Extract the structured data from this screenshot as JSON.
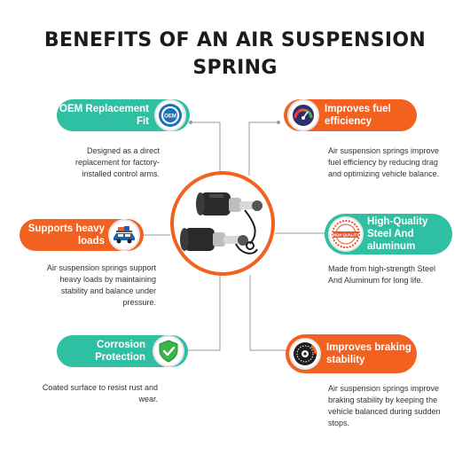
{
  "title": "BENEFITS OF AN AIR SUSPENSION SPRING",
  "benefits": [
    {
      "label": "OEM Replacement Fit",
      "desc": "Designed as a direct replacement for factory-installed control arms.",
      "icon": "oem-badge-icon",
      "color": "#2fbfa2"
    },
    {
      "label": "Improves fuel efficiency",
      "desc": "Air suspension springs improve fuel efficiency by reducing drag and optimizing vehicle balance.",
      "icon": "fuel-gauge-icon",
      "color": "#f2611f"
    },
    {
      "label": "Supports heavy loads",
      "desc": "Air suspension springs support heavy loads by maintaining stability and balance under pressure.",
      "icon": "loaded-car-icon",
      "color": "#f2611f"
    },
    {
      "label": "High-Quality Steel And aluminum",
      "desc": "Made from high-strength Steel And Aluminum for long life.",
      "icon": "high-quality-stamp-icon",
      "color": "#2fbfa2"
    },
    {
      "label": "Corrosion Protection",
      "desc": "Coated surface to resist rust and wear.",
      "icon": "shield-check-icon",
      "color": "#2fbfa2"
    },
    {
      "label": "Improves braking stability",
      "desc": "Air suspension springs improve braking stability by keeping the vehicle balanced during sudden stops.",
      "icon": "brake-disc-icon",
      "color": "#f2611f"
    }
  ],
  "badges": {
    "oem": "OEM",
    "high_quality": "HIGH QUALITY"
  },
  "center_image": "air-suspension-strut-image"
}
